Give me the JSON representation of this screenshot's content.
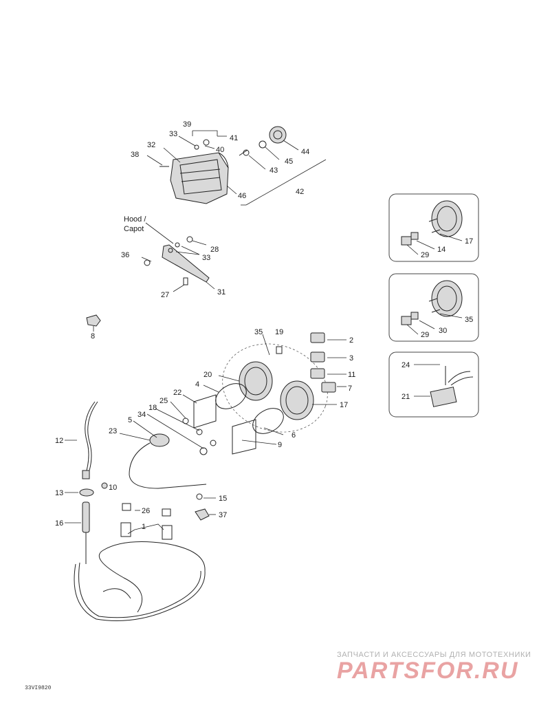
{
  "callouts": [
    {
      "id": "39",
      "label": "39"
    },
    {
      "id": "41",
      "label": "41"
    },
    {
      "id": "33a",
      "label": "33"
    },
    {
      "id": "40",
      "label": "40"
    },
    {
      "id": "32",
      "label": "32"
    },
    {
      "id": "38",
      "label": "38"
    },
    {
      "id": "44",
      "label": "44"
    },
    {
      "id": "45",
      "label": "45"
    },
    {
      "id": "43",
      "label": "43"
    },
    {
      "id": "46",
      "label": "46"
    },
    {
      "id": "42",
      "label": "42"
    },
    {
      "id": "28",
      "label": "28"
    },
    {
      "id": "33b",
      "label": "33"
    },
    {
      "id": "36",
      "label": "36"
    },
    {
      "id": "27",
      "label": "27"
    },
    {
      "id": "31",
      "label": "31"
    },
    {
      "id": "8",
      "label": "8"
    },
    {
      "id": "35",
      "label": "35"
    },
    {
      "id": "19",
      "label": "19"
    },
    {
      "id": "2",
      "label": "2"
    },
    {
      "id": "3",
      "label": "3"
    },
    {
      "id": "11",
      "label": "11"
    },
    {
      "id": "7",
      "label": "7"
    },
    {
      "id": "17",
      "label": "17"
    },
    {
      "id": "20",
      "label": "20"
    },
    {
      "id": "4",
      "label": "4"
    },
    {
      "id": "22",
      "label": "22"
    },
    {
      "id": "25",
      "label": "25"
    },
    {
      "id": "18",
      "label": "18"
    },
    {
      "id": "34",
      "label": "34"
    },
    {
      "id": "5",
      "label": "5"
    },
    {
      "id": "23",
      "label": "23"
    },
    {
      "id": "6",
      "label": "6"
    },
    {
      "id": "9",
      "label": "9"
    },
    {
      "id": "12",
      "label": "12"
    },
    {
      "id": "13",
      "label": "13"
    },
    {
      "id": "10",
      "label": "10"
    },
    {
      "id": "16",
      "label": "16"
    },
    {
      "id": "15",
      "label": "15"
    },
    {
      "id": "26",
      "label": "26"
    },
    {
      "id": "37",
      "label": "37"
    },
    {
      "id": "1",
      "label": "1"
    }
  ],
  "insets": {
    "inset1": {
      "labels": [
        "17",
        "29",
        "14"
      ]
    },
    "inset2": {
      "labels": [
        "35",
        "29",
        "30"
      ]
    },
    "inset3": {
      "labels": [
        "24",
        "21"
      ]
    }
  },
  "hood_label": {
    "line1": "Hood /",
    "line2": "Capot"
  },
  "watermark": {
    "tagline": "ЗАПЧАСТИ И АКСЕССУАРЫ ДЛЯ МОТОТЕХНИКИ",
    "logo": "PARTSFOR.RU",
    "color": "#e07a7a"
  },
  "ref_code": "33VI9820"
}
